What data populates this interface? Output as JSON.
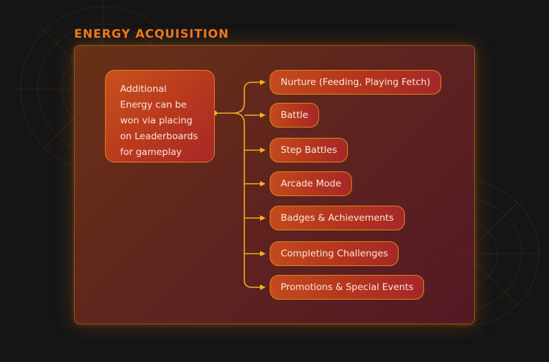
{
  "header": {
    "title": "ENERGY ACQUISITION"
  },
  "diagram": {
    "source_text": "Additional\nEnergy can be\nwon via placing\non Leaderboards\nfor gameplay",
    "items": [
      {
        "label": "Nurture (Feeding, Playing Fetch)"
      },
      {
        "label": "Battle"
      },
      {
        "label": "Step Battles"
      },
      {
        "label": "Arcade Mode"
      },
      {
        "label": "Badges & Achievements"
      },
      {
        "label": "Completing Challenges"
      },
      {
        "label": "Promotions & Special Events"
      }
    ]
  },
  "colors": {
    "background": "#151516",
    "title": "#f07a1c",
    "connector": "#f5b41e",
    "box_border": "#e08a1e",
    "text": "#fbe9dc"
  }
}
